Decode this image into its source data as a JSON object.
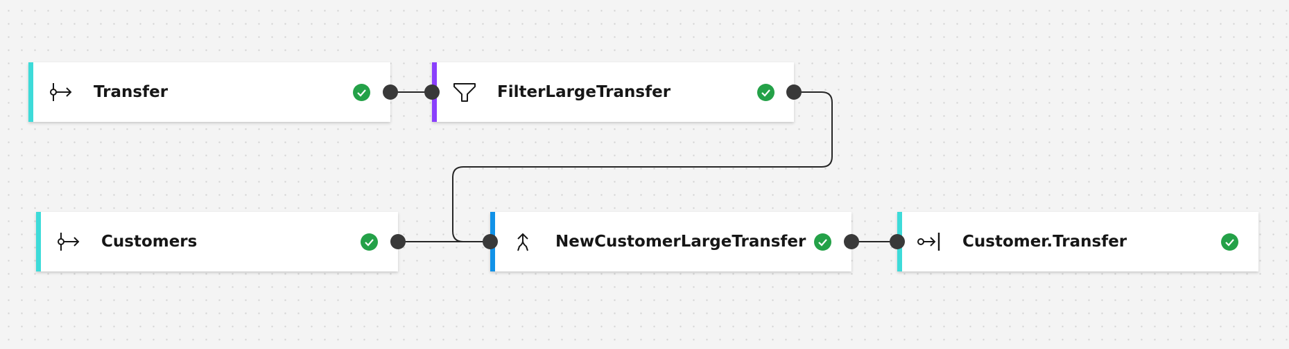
{
  "colors": {
    "source_stripe": "#3ddbd9",
    "filter_stripe": "#8a3ffc",
    "join_stripe": "#1192e8",
    "target_stripe": "#3ddbd9",
    "status_valid": "#24a148",
    "port": "#393939",
    "link": "#262626"
  },
  "nodes": {
    "transfer": {
      "label": "Transfer",
      "type_icon": "source-icon",
      "status": "valid"
    },
    "filter": {
      "label": "FilterLargeTransfer",
      "type_icon": "funnel-icon",
      "status": "valid"
    },
    "customers": {
      "label": "Customers",
      "type_icon": "source-icon",
      "status": "valid"
    },
    "join": {
      "label": "NewCustomerLargeTransfer",
      "type_icon": "merge-icon",
      "status": "valid"
    },
    "target": {
      "label": "Customer.Transfer",
      "type_icon": "target-icon",
      "status": "valid"
    }
  },
  "links": [
    {
      "from": "Transfer",
      "to": "FilterLargeTransfer"
    },
    {
      "from": "FilterLargeTransfer",
      "to": "NewCustomerLargeTransfer"
    },
    {
      "from": "Customers",
      "to": "NewCustomerLargeTransfer"
    },
    {
      "from": "NewCustomerLargeTransfer",
      "to": "Customer.Transfer"
    }
  ]
}
